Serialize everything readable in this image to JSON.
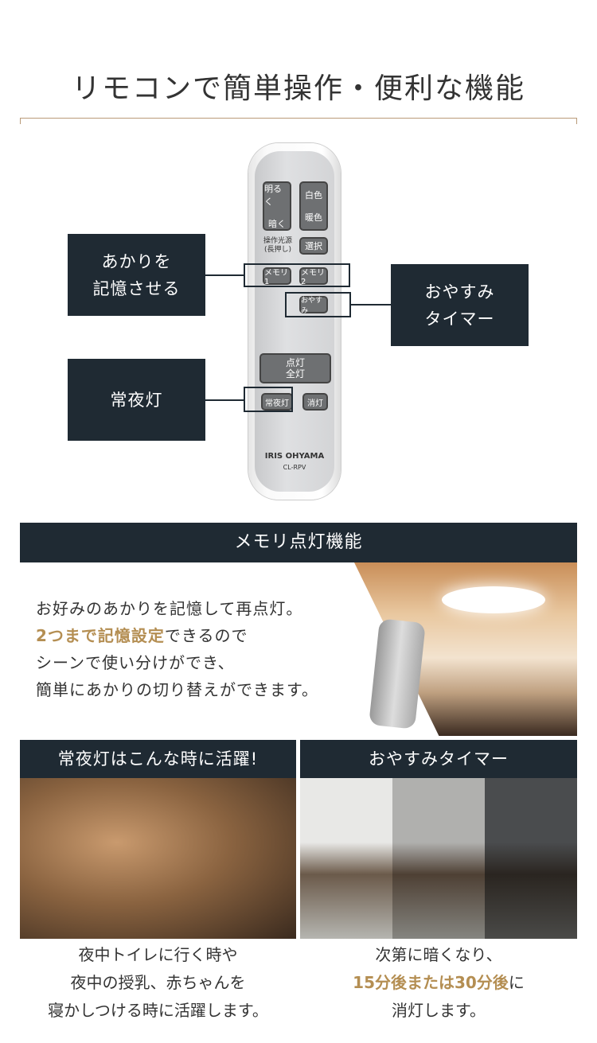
{
  "header": {
    "title": "リモコンで簡単操作・便利な機能"
  },
  "remote": {
    "buttons": {
      "brighter": "明るく",
      "darker": "暗く",
      "white": "白色",
      "warm": "暖色",
      "source_label": "操作光源",
      "source_sub": "(長押し)",
      "select": "選択",
      "memory1": "メモリ1",
      "memory2": "メモリ2",
      "sleep": "おやすみ",
      "on_top": "点灯",
      "on_bottom": "全灯",
      "nightlight": "常夜灯",
      "off": "消灯"
    },
    "brand": "IRIS OHYAMA",
    "model": "CL-RPV"
  },
  "callouts": {
    "memory": [
      "あかりを",
      "記憶させる"
    ],
    "sleep": [
      "おやすみ",
      "タイマー"
    ],
    "nightlight": "常夜灯"
  },
  "memory_section": {
    "title": "メモリ点灯機能",
    "lines": [
      "お好みのあかりを記憶して再点灯。",
      "2つまで記憶設定",
      "できるので",
      "シーンで使い分けができ、",
      "簡単にあかりの切り替えができます。"
    ]
  },
  "nightlight_panel": {
    "title": "常夜灯はこんな時に活躍!",
    "caption": [
      "夜中トイレに行く時や",
      "夜中の授乳、赤ちゃんを",
      "寝かしつける時に活躍します。"
    ]
  },
  "timer_panel": {
    "title": "おやすみタイマー",
    "caption": [
      "次第に暗くなり、",
      "15分後または30分後",
      "に",
      "消灯します。"
    ]
  },
  "colors": {
    "dark": "#1f2a33",
    "gold": "#b48e52"
  }
}
